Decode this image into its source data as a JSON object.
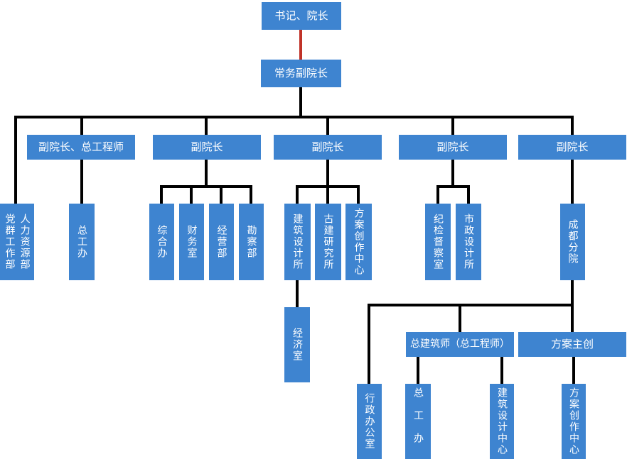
{
  "diagram": {
    "type": "organization-chart",
    "colors": {
      "node_fill": "#3E84D0",
      "node_text": "#FFFFFF",
      "connector": "#000000",
      "connector_top_special": "#C03228"
    },
    "nodes": {
      "president": "书记、院长",
      "executive_vice_president": "常务副院长",
      "vp_chief_engineer": "副院长、总工程师",
      "vice_president_1": "副院长",
      "vice_president_2": "副院长",
      "vice_president_3": "副院长",
      "vice_president_4": "副院长",
      "party_mass_work_dept": "党群工作部",
      "human_resources_dept": "人力资源部",
      "chief_engineer_office": "总工办",
      "general_affairs_office": "综合办",
      "finance_office": "财务室",
      "business_dept": "经营部",
      "survey_dept": "勘察部",
      "architectural_design_institute": "建筑设计所",
      "ancient_architecture_research_institute": "古建研究所",
      "scheme_creation_center": "方案创作中心",
      "discipline_inspection_office": "纪检督察室",
      "municipal_design_institute": "市政设计所",
      "chengdu_branch": "成都分院",
      "economy_office": "经济室",
      "chief_architect": "总建筑师（总工程师）",
      "scheme_chief_creator": "方案主创",
      "administrative_office": "行政办公室",
      "branch_chief_engineer_office": "总工办",
      "architectural_design_center": "建筑设计中心",
      "branch_scheme_creation_center": "方案创作中心"
    },
    "edges": [
      [
        "president",
        "executive_vice_president"
      ],
      [
        "executive_vice_president",
        "party_mass_work_dept/human_resources_dept"
      ],
      [
        "executive_vice_president",
        "vp_chief_engineer"
      ],
      [
        "executive_vice_president",
        "vice_president_1"
      ],
      [
        "executive_vice_president",
        "vice_president_2"
      ],
      [
        "executive_vice_president",
        "vice_president_3"
      ],
      [
        "executive_vice_president",
        "vice_president_4"
      ],
      [
        "vp_chief_engineer",
        "chief_engineer_office"
      ],
      [
        "vice_president_1",
        "general_affairs_office"
      ],
      [
        "vice_president_1",
        "finance_office"
      ],
      [
        "vice_president_1",
        "business_dept"
      ],
      [
        "vice_president_1",
        "survey_dept"
      ],
      [
        "vice_president_2",
        "architectural_design_institute"
      ],
      [
        "vice_president_2",
        "ancient_architecture_research_institute"
      ],
      [
        "vice_president_2",
        "scheme_creation_center"
      ],
      [
        "vice_president_3",
        "discipline_inspection_office"
      ],
      [
        "vice_president_3",
        "municipal_design_institute"
      ],
      [
        "vice_president_4",
        "chengdu_branch"
      ],
      [
        "architectural_design_institute",
        "economy_office"
      ],
      [
        "chengdu_branch",
        "administrative_office"
      ],
      [
        "chengdu_branch",
        "chief_architect"
      ],
      [
        "chengdu_branch",
        "scheme_chief_creator"
      ],
      [
        "chief_architect",
        "branch_chief_engineer_office"
      ],
      [
        "chief_architect",
        "architectural_design_center"
      ],
      [
        "scheme_chief_creator",
        "branch_scheme_creation_center"
      ]
    ]
  }
}
